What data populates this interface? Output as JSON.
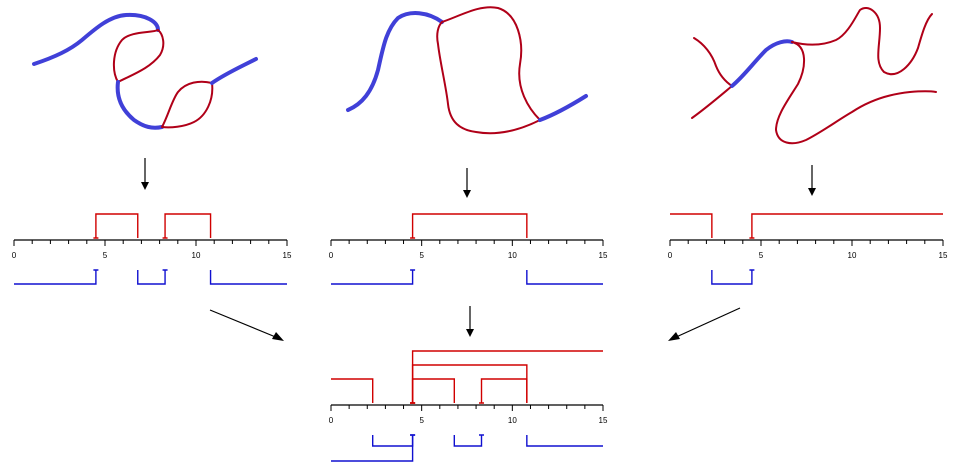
{
  "colors": {
    "red": "#d00000",
    "blue": "#1010d0",
    "curve_red": "#b00018",
    "curve_blue": "#4040d8",
    "axis": "#000000"
  },
  "axis": {
    "min": 0,
    "max": 15,
    "labels": [
      "0",
      "5",
      "10",
      "15"
    ],
    "label_values": [
      0,
      5,
      10,
      15
    ],
    "minor_step": 1
  },
  "panels": [
    {
      "id": "panel-1",
      "red_bars": [
        {
          "start": 4.5,
          "end": 6.8,
          "level": 1
        },
        {
          "start": 8.3,
          "end": 10.8,
          "level": 1
        }
      ],
      "blue_bars": [
        {
          "start": 0,
          "end": 4.5,
          "level": 1
        },
        {
          "start": 6.8,
          "end": 8.3,
          "level": 1
        },
        {
          "start": 10.8,
          "end": 15,
          "level": 1
        }
      ]
    },
    {
      "id": "panel-2",
      "red_bars": [
        {
          "start": 4.5,
          "end": 10.8,
          "level": 1
        }
      ],
      "blue_bars": [
        {
          "start": 0,
          "end": 4.5,
          "level": 1
        },
        {
          "start": 10.8,
          "end": 15,
          "level": 1
        }
      ]
    },
    {
      "id": "panel-3",
      "red_bars": [
        {
          "start": 0,
          "end": 2.3,
          "level": 1
        },
        {
          "start": 4.5,
          "end": 15,
          "level": 1
        }
      ],
      "blue_bars": [
        {
          "start": 2.3,
          "end": 4.5,
          "level": 1
        }
      ]
    },
    {
      "id": "panel-combined",
      "red_bars": [
        {
          "start": 0,
          "end": 2.3,
          "level": 1
        },
        {
          "start": 4.5,
          "end": 6.8,
          "level": 1
        },
        {
          "start": 8.3,
          "end": 10.8,
          "level": 1
        },
        {
          "start": 4.5,
          "end": 10.8,
          "level": 2
        },
        {
          "start": 4.5,
          "end": 15,
          "level": 3
        }
      ],
      "blue_bars": [
        {
          "start": 2.3,
          "end": 4.5,
          "level": 1
        },
        {
          "start": 6.8,
          "end": 8.3,
          "level": 1
        },
        {
          "start": 10.8,
          "end": 15,
          "level": 1
        },
        {
          "start": 0,
          "end": 4.5,
          "level": 2
        }
      ]
    }
  ]
}
